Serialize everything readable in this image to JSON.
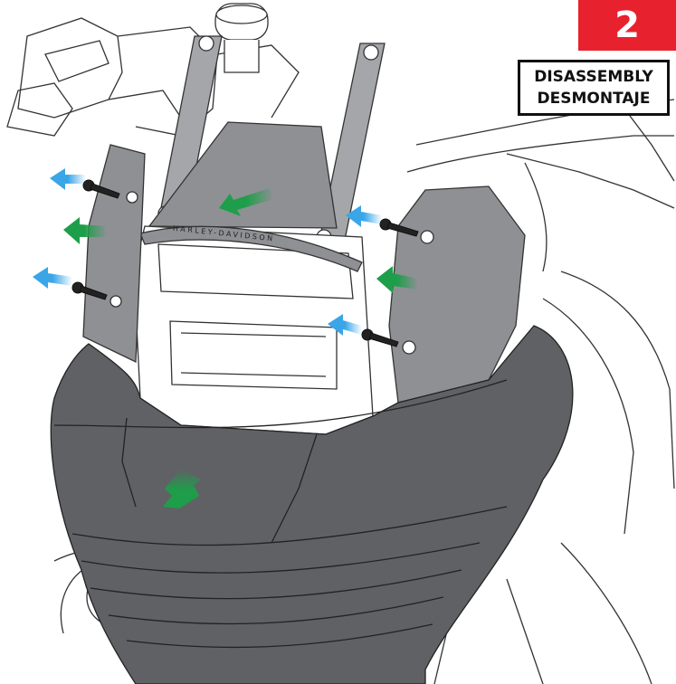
{
  "step": {
    "number": "2",
    "title_en": "DISASSEMBLY",
    "title_es": "DESMONTAJE"
  },
  "bracket_text": "HARLEY-DAVIDSON",
  "colors": {
    "badge": "#e8212e",
    "screw_arrow": "#3aa6e8",
    "part_arrow": "#1e9e4a",
    "part_dark": "#5f6165",
    "part_mid": "#8e9094",
    "part_light": "#a4a6aa",
    "line_art": "#333333"
  }
}
